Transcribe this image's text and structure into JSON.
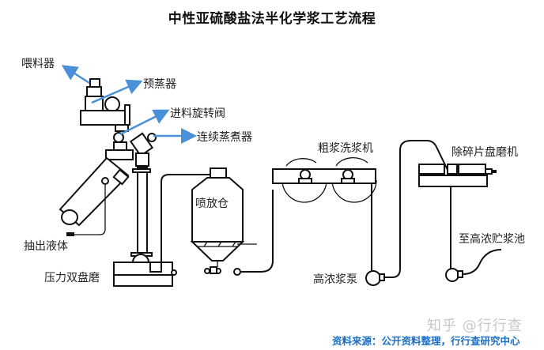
{
  "title": "中性亚硫酸盐法半化学浆工艺流程",
  "labels": {
    "feeder": "喂料器",
    "preheater": "预蒸器",
    "rotary_valve": "进料旋转阀",
    "continuous_digester": "连续蒸煮器",
    "extract_liquor": "抽出液体",
    "pressure_refiner": "压力双盘磨",
    "blow_tank": "喷放仓",
    "washer": "粗浆洗浆机",
    "hd_pump": "高浓浆泵",
    "refiner": "除碎片盘磨机",
    "to_storage": "至高浓贮浆池"
  },
  "footer": {
    "watermark": "知乎 @行行查",
    "source": "资料来源：公开资料整理，行行查研究中心"
  },
  "colors": {
    "arrow": "#4a90d9",
    "source_text": "#1a6fc4",
    "line": "#111111"
  }
}
